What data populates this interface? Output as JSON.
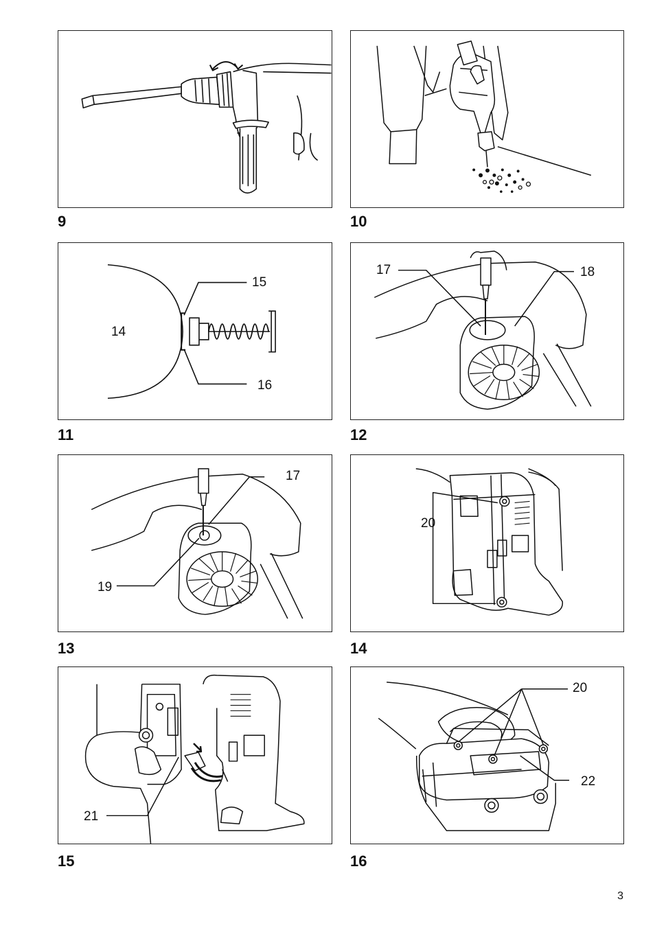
{
  "figures": [
    {
      "number": "9"
    },
    {
      "number": "10"
    },
    {
      "number": "11",
      "callouts": [
        "14",
        "15",
        "16"
      ]
    },
    {
      "number": "12",
      "callouts": [
        "17",
        "18"
      ]
    },
    {
      "number": "13",
      "callouts": [
        "17",
        "19"
      ]
    },
    {
      "number": "14",
      "callouts": [
        "20"
      ]
    },
    {
      "number": "15",
      "callouts": [
        "21"
      ]
    },
    {
      "number": "16",
      "callouts": [
        "20",
        "22"
      ]
    }
  ],
  "page_number": "3"
}
